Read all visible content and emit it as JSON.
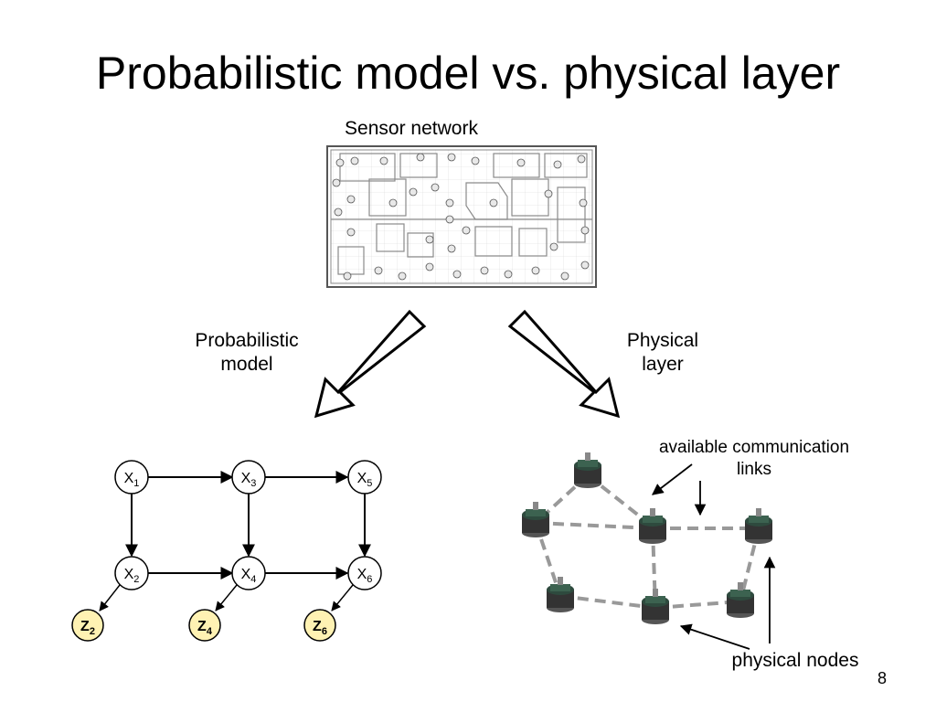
{
  "slide": {
    "title": "Probabilistic model vs. physical layer",
    "page_number": "8"
  },
  "sensor_network": {
    "label": "Sensor network"
  },
  "left_branch": {
    "label_line1": "Probabilistic",
    "label_line2": "model"
  },
  "right_branch": {
    "label_line1": "Physical",
    "label_line2": "layer"
  },
  "graph": {
    "hidden_nodes": [
      {
        "id": "x1",
        "base": "X",
        "sub": "1"
      },
      {
        "id": "x3",
        "base": "X",
        "sub": "3"
      },
      {
        "id": "x5",
        "base": "X",
        "sub": "5"
      },
      {
        "id": "x2",
        "base": "X",
        "sub": "2"
      },
      {
        "id": "x4",
        "base": "X",
        "sub": "4"
      },
      {
        "id": "x6",
        "base": "X",
        "sub": "6"
      }
    ],
    "observed_nodes": [
      {
        "id": "z2",
        "base": "Z",
        "sub": "2"
      },
      {
        "id": "z4",
        "base": "Z",
        "sub": "4"
      },
      {
        "id": "z6",
        "base": "Z",
        "sub": "6"
      }
    ],
    "edges": [
      [
        "x1",
        "x3"
      ],
      [
        "x3",
        "x5"
      ],
      [
        "x2",
        "x4"
      ],
      [
        "x4",
        "x6"
      ],
      [
        "x1",
        "x2"
      ],
      [
        "x3",
        "x4"
      ],
      [
        "x5",
        "x6"
      ],
      [
        "x2",
        "z2"
      ],
      [
        "x4",
        "z4"
      ],
      [
        "x6",
        "z6"
      ]
    ],
    "observed_fill": "#fff2b3"
  },
  "physical": {
    "links_label_line1": "available communication",
    "links_label_line2": "links",
    "nodes_label": "physical nodes",
    "link_color": "#999999"
  }
}
